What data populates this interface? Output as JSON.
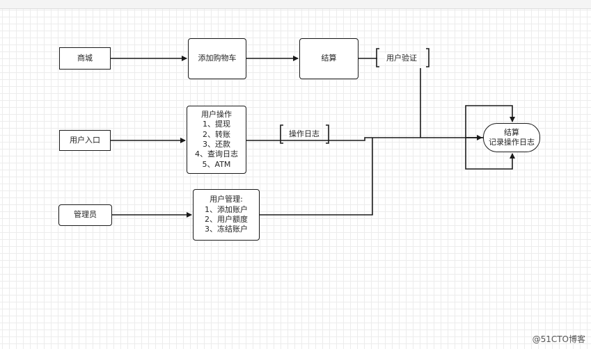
{
  "nodes": {
    "mall": "商城",
    "cart": "添加购物车",
    "checkout": "结算",
    "user_entry": "用户入口",
    "user_ops": [
      "用户操作",
      "1、提现",
      "2、转账",
      "3、还款",
      "4、查询日志",
      "5、ATM"
    ],
    "admin": "管理员",
    "user_mgmt": [
      "用户管理:",
      "1、添加账户",
      "2、用户额度",
      "3、冻结账户"
    ],
    "final": [
      "结算",
      "记录操作日志"
    ]
  },
  "annotations": {
    "user_verify": "用户验证",
    "op_log": "操作日志"
  },
  "watermark": "@51CTO博客"
}
